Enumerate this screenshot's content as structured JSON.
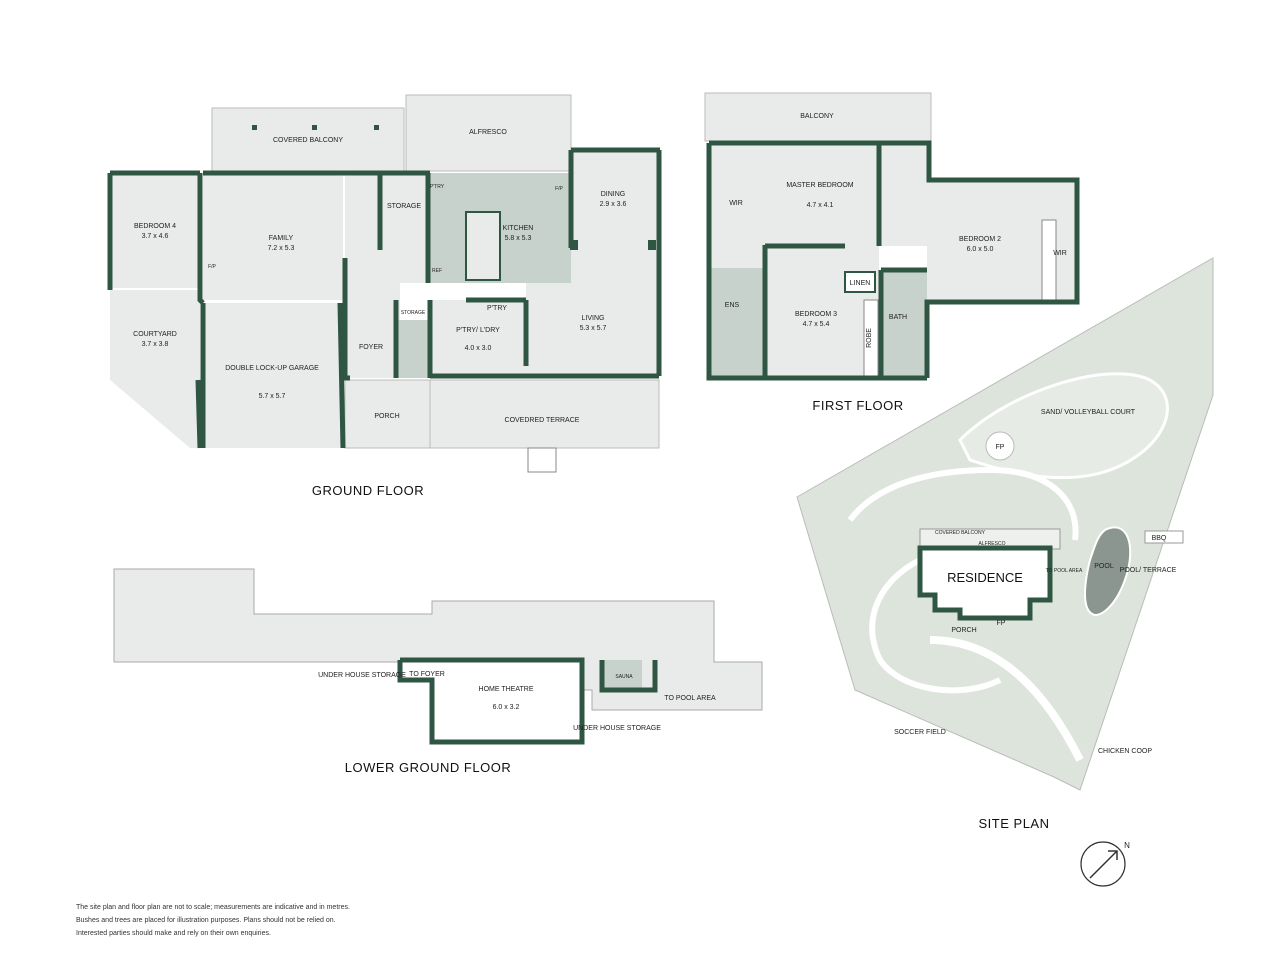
{
  "colors": {
    "wall": "#2f5643",
    "floor": "#e9ebea",
    "kitchen": "#c8d2cc",
    "wet": "#c8d2cc",
    "site": "#dde4dc",
    "site_line": "#ffffff"
  },
  "ground_floor": {
    "title": "GROUND FLOOR",
    "rooms": {
      "covered_balcony": "COVERED BALCONY",
      "alfresco": "ALFRESCO",
      "bedroom4": "BEDROOM 4",
      "bedroom4_dim": "3.7 x 4.6",
      "fp": "F/P",
      "family": "FAMILY",
      "family_dim": "7.2 x 5.3",
      "storage": "STORAGE",
      "ptry_small": "P'TRY",
      "ref": "REF",
      "kitchen": "KITCHEN",
      "kitchen_dim": "5.8 x 5.3",
      "fp_kitchen": "F/P",
      "dining": "DINING",
      "dining_dim": "2.9 x 3.6",
      "courtyard": "COURTYARD",
      "courtyard_dim": "3.7 x 3.8",
      "storage_small": "STORAGE",
      "ptry": "P'TRY",
      "ptry_ldry": "P'TRY/ L'DRY",
      "ptry_ldry_dim": "4.0 x 3.0",
      "living": "LIVING",
      "living_dim": "5.3 x 5.7",
      "foyer": "FOYER",
      "garage": "DOUBLE LOCK-UP GARAGE",
      "garage_dim": "5.7 x 5.7",
      "porch": "PORCH",
      "terrace": "COVEDRED TERRACE"
    }
  },
  "first_floor": {
    "title": "FIRST  FLOOR",
    "rooms": {
      "balcony": "BALCONY",
      "wir": "WIR",
      "master": "MASTER BEDROOM",
      "master_dim": "4.7 x 4.1",
      "bedroom2": "BEDROOM 2",
      "bedroom2_dim": "6.0 x 5.0",
      "wir2": "WIR",
      "linen": "LINEN",
      "ens": "ENS",
      "bedroom3": "BEDROOM 3",
      "bedroom3_dim": "4.7 x 5.4",
      "robe": "ROBE",
      "bath": "BATH"
    }
  },
  "lower_floor": {
    "title": "LOWER GROUND  FLOOR",
    "rooms": {
      "under_storage": "UNDER HOUSE STORAGE",
      "to_foyer": "TO FOYER",
      "theatre": "HOME THEATRE",
      "theatre_dim": "6.0 x 3.2",
      "sauna": "SAUNA",
      "to_pool": "TO POOL AREA",
      "under_storage2": "UNDER HOUSE STORAGE"
    }
  },
  "site_plan": {
    "title": "SITE PLAN",
    "labels": {
      "volleyball": "SAND/ VOLLEYBALL COURT",
      "fp": "FP",
      "covered_balcony": "COVERED BALCONY",
      "alfresco": "ALFRESCO",
      "residence": "RESIDENCE",
      "bbq": "BBQ",
      "pool": "POOL",
      "pool_terrace": "POOL/ TERRACE",
      "to_pool": "TO POOL AREA",
      "porch": "PORCH",
      "fp2": "FP",
      "soccer": "SOCCER FIELD",
      "chicken": "CHICKEN COOP"
    },
    "north": "N"
  },
  "disclaimer": [
    "The site plan and floor plan are not to scale; measurements are indicative and in metres.",
    "Bushes and trees are placed for illustration purposes. Plans should not be relied on.",
    "Interested parties should make and rely on their own enquiries."
  ]
}
